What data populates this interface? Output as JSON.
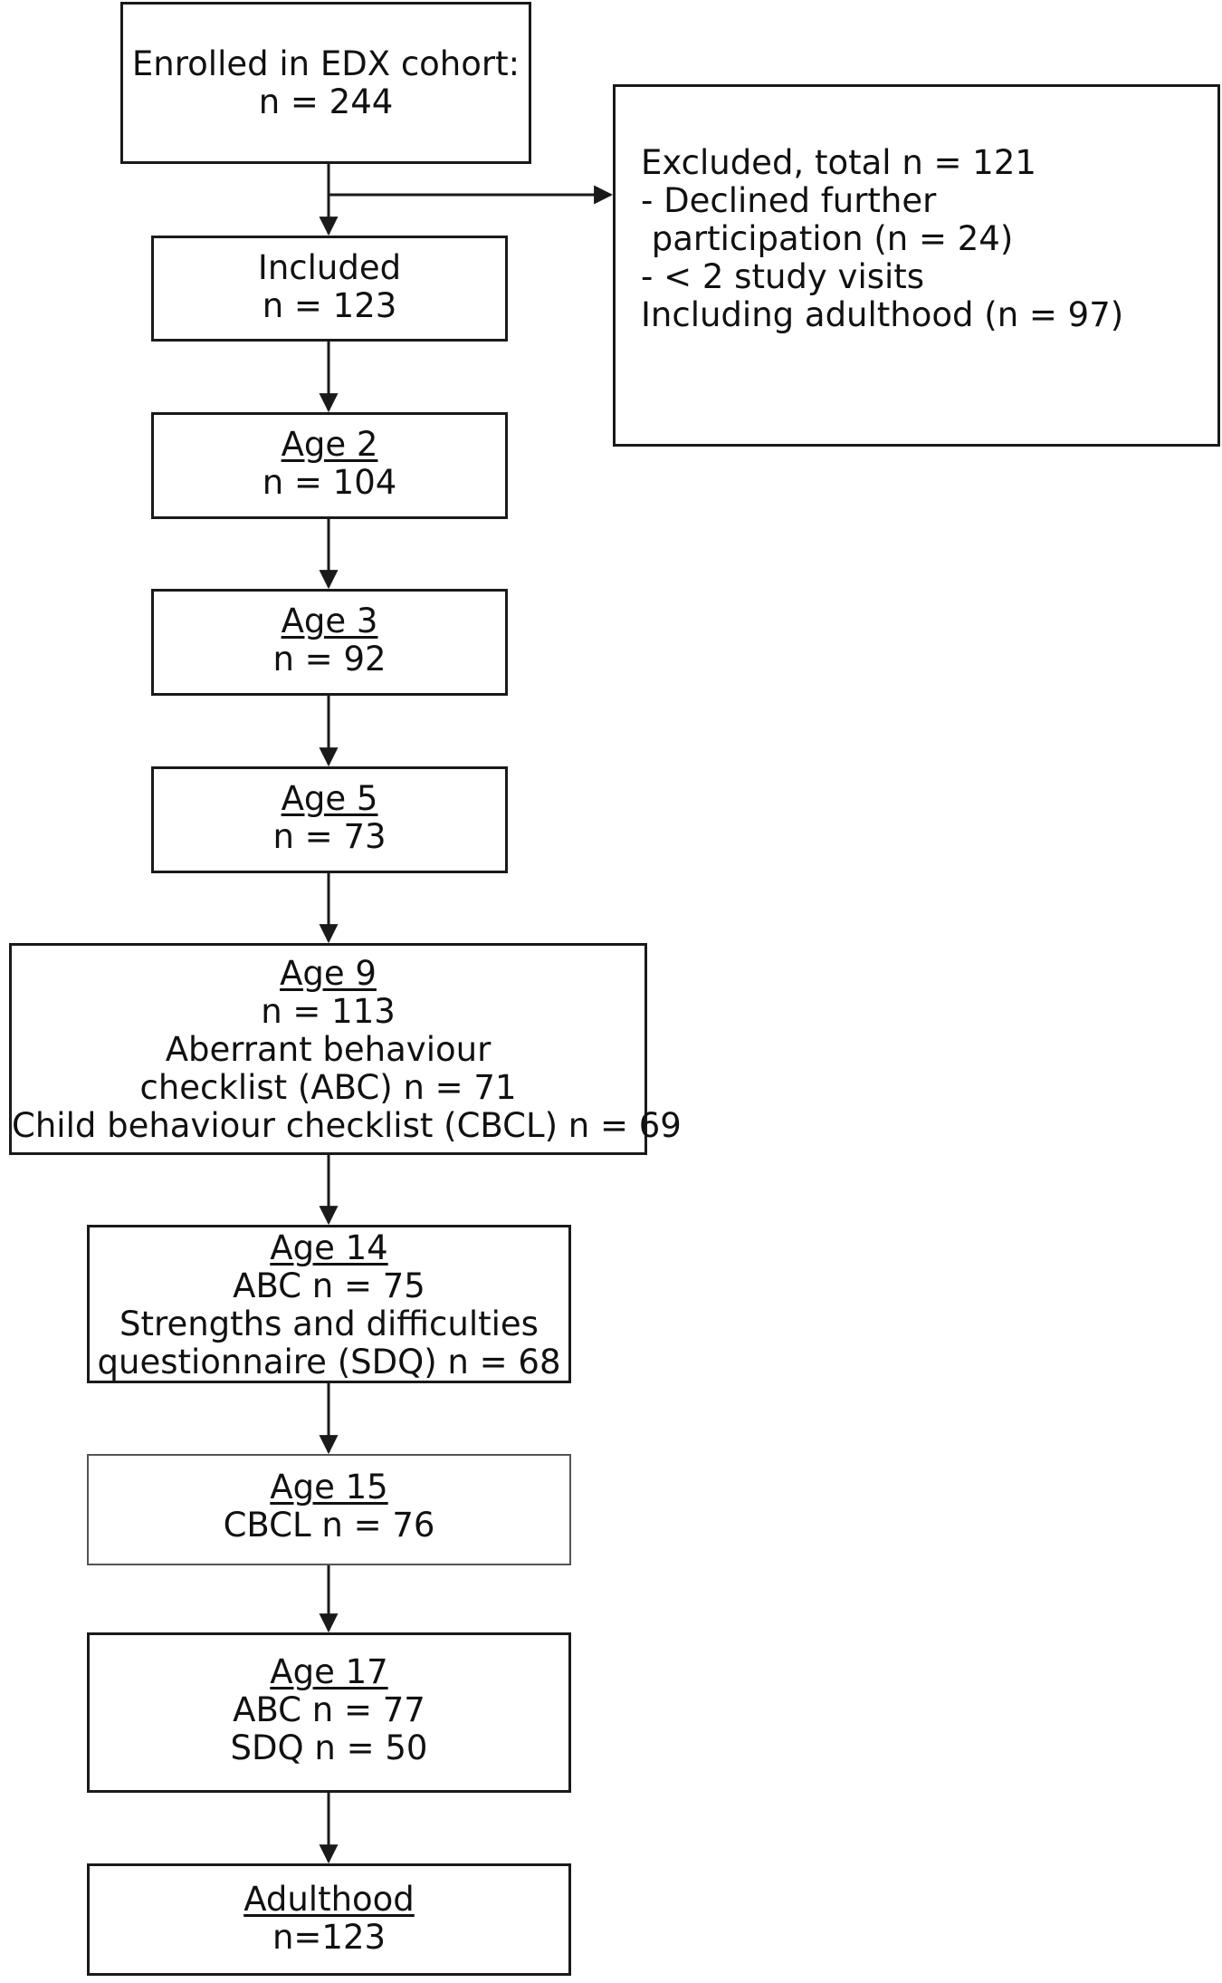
{
  "enrolled": {
    "label": "Enrolled in EDX cohort:",
    "n": "n = 244"
  },
  "excluded": {
    "title": "Excluded, total n = 121",
    "line1": "- Declined further",
    "line2": " participation (n = 24)",
    "line3": "- < 2 study visits",
    "line4": "Including adulthood (n = 97)"
  },
  "included": {
    "label": "Included",
    "n": "n = 123"
  },
  "age2": {
    "label": "Age 2",
    "n": "n = 104"
  },
  "age3": {
    "label": "Age 3",
    "n": "n = 92"
  },
  "age5": {
    "label": "Age 5",
    "n": "n = 73"
  },
  "age9": {
    "label": "Age 9",
    "n": "n = 113",
    "line1": "Aberrant behaviour",
    "line2": "checklist (ABC) n = 71",
    "line3": "Child behaviour checklist (CBCL) n = 69"
  },
  "age14": {
    "label": "Age 14",
    "line1": "ABC n = 75",
    "line2": "Strengths and difficulties",
    "line3": "questionnaire (SDQ) n = 68"
  },
  "age15": {
    "label": "Age 15",
    "line1": "CBCL n = 76"
  },
  "age17": {
    "label": "Age 17",
    "line1": "ABC n = 77",
    "line2": "SDQ n = 50"
  },
  "adulthood": {
    "label": "Adulthood",
    "n": "n=123"
  }
}
